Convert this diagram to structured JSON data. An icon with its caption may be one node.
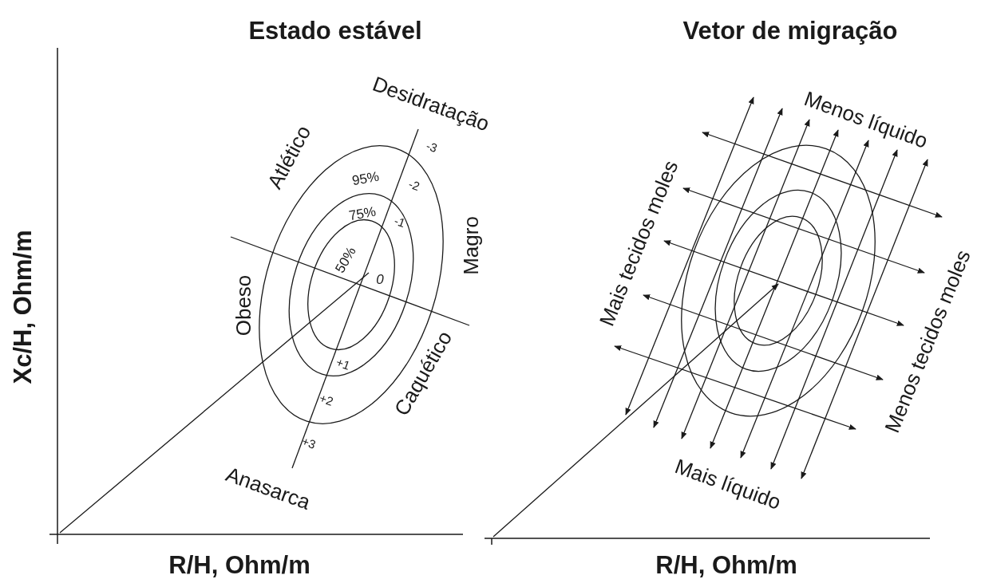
{
  "diagram": {
    "labels": [
      "Estado estável",
      "Vetor de migração",
      "Xc/H, Ohm/m",
      "R/H, Ohm/m",
      "R/H, Ohm/m",
      "Desidratação",
      "Atlético",
      "Magro",
      "Obeso",
      "Caquético",
      "Anasarca",
      "95%",
      "75%",
      "50%",
      "0",
      "-3",
      "-2",
      "-1",
      "+1",
      "+2",
      "+3",
      "Menos líquido",
      "Mais tecidos moles",
      "Menos tecidos moles",
      "Mais líquido"
    ]
  }
}
